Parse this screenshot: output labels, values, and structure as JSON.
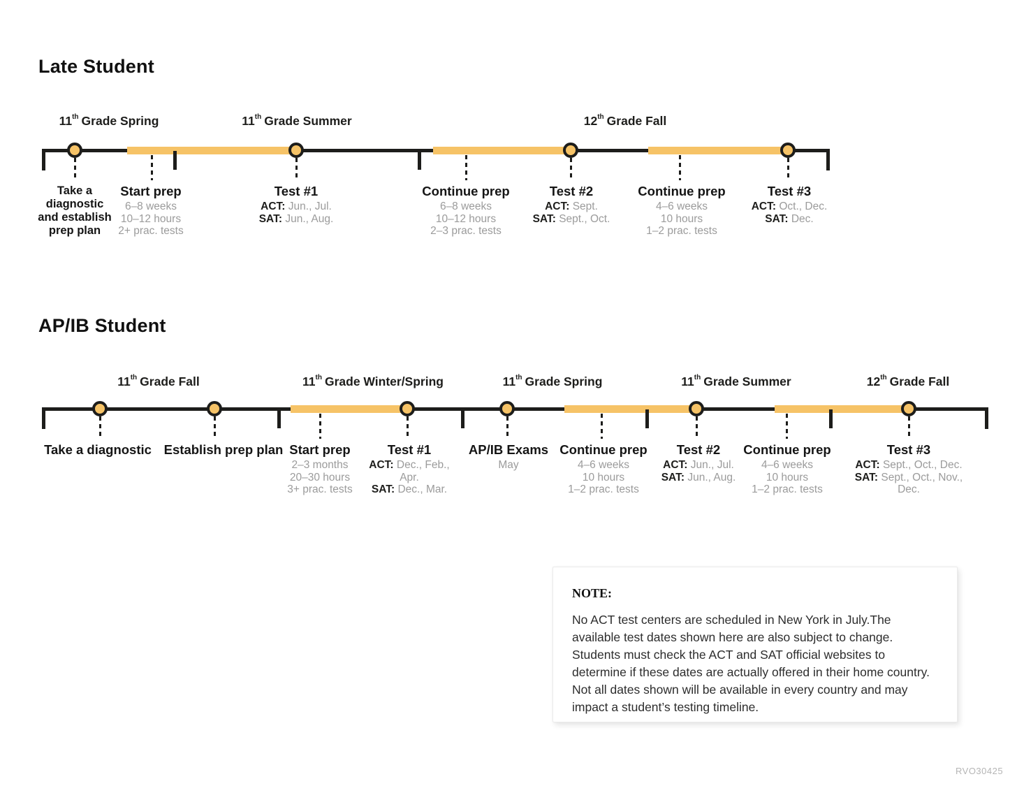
{
  "colors": {
    "accent_orange": "#F6C367",
    "line_black": "#1D1D1B",
    "muted_gray": "#9B9B9B"
  },
  "late": {
    "title": "Late Student",
    "periods": [
      {
        "num": "11",
        "sup": "th",
        "name": "Grade Spring"
      },
      {
        "num": "11",
        "sup": "th",
        "name": "Grade Summer"
      },
      {
        "num": "12",
        "sup": "th",
        "name": "Grade Fall"
      }
    ],
    "items": [
      {
        "title": "Take a\ndiagnostic\nand establish\nprep plan"
      },
      {
        "title": "Start prep",
        "stat1": "6–8 weeks",
        "stat2": "10–12 hours",
        "stat3": "2+ prac. tests"
      },
      {
        "title": "Test #1",
        "act_label": "ACT:",
        "act_value": "Jun., Jul.",
        "sat_label": "SAT:",
        "sat_value": "Jun., Aug."
      },
      {
        "title": "Continue prep",
        "stat1": "6–8 weeks",
        "stat2": "10–12 hours",
        "stat3": "2–3 prac. tests"
      },
      {
        "title": "Test #2",
        "act_label": "ACT:",
        "act_value": "Sept.",
        "sat_label": "SAT:",
        "sat_value": "Sept., Oct."
      },
      {
        "title": "Continue prep",
        "stat1": "4–6 weeks",
        "stat2": "10 hours",
        "stat3": "1–2 prac. tests"
      },
      {
        "title": "Test #3",
        "act_label": "ACT:",
        "act_value": "Oct., Dec.",
        "sat_label": "SAT:",
        "sat_value": "Dec."
      }
    ]
  },
  "apib": {
    "title": "AP/IB Student",
    "periods": [
      {
        "num": "11",
        "sup": "th",
        "name": "Grade Fall"
      },
      {
        "num": "11",
        "sup": "th",
        "name": "Grade Winter/Spring"
      },
      {
        "num": "11",
        "sup": "th",
        "name": "Grade Spring"
      },
      {
        "num": "11",
        "sup": "th",
        "name": "Grade Summer"
      },
      {
        "num": "12",
        "sup": "th",
        "name": "Grade Fall"
      }
    ],
    "items": [
      {
        "title": "Take a diagnostic"
      },
      {
        "title": "Establish prep plan"
      },
      {
        "title": "Start prep",
        "stat1": "2–3 months",
        "stat2": "20–30 hours",
        "stat3": "3+ prac. tests"
      },
      {
        "title": "Test #1",
        "act_label": "ACT:",
        "act_value": "Dec., Feb., Apr.",
        "sat_label": "SAT:",
        "sat_value": "Dec., Mar."
      },
      {
        "title": "AP/IB Exams",
        "sub": "May"
      },
      {
        "title": "Continue prep",
        "stat1": "4–6 weeks",
        "stat2": "10 hours",
        "stat3": "1–2 prac. tests"
      },
      {
        "title": "Test #2",
        "act_label": "ACT:",
        "act_value": "Jun., Jul.",
        "sat_label": "SAT:",
        "sat_value": "Jun., Aug."
      },
      {
        "title": "Continue prep",
        "stat1": "4–6 weeks",
        "stat2": "10 hours",
        "stat3": "1–2 prac. tests"
      },
      {
        "title": "Test #3",
        "act_label": "ACT:",
        "act_value": "Sept., Oct., Dec.",
        "sat_label": "SAT:",
        "sat_value": "Sept., Oct., Nov., Dec."
      }
    ]
  },
  "note": {
    "title": "NOTE:",
    "body": "No ACT test centers are scheduled in New York in July.The available test dates shown here are also subject to change. Students must check the ACT and SAT official websites to determine if these dates are actually offered in their home country. Not all dates shown will be available in every country and may impact a student’s testing timeline."
  },
  "footer": {
    "code": "RVO30425"
  }
}
